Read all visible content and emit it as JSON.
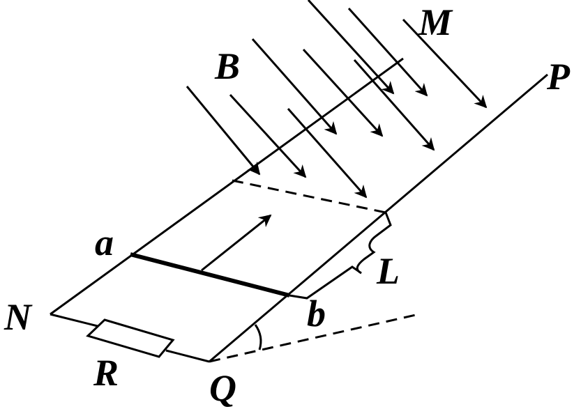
{
  "labels": {
    "M": "M",
    "P": "P",
    "B": "B",
    "a": "a",
    "L": "L",
    "N": "N",
    "b": "b",
    "R": "R",
    "Q": "Q"
  },
  "colors": {
    "ink": "#000000",
    "background": "#ffffff"
  }
}
